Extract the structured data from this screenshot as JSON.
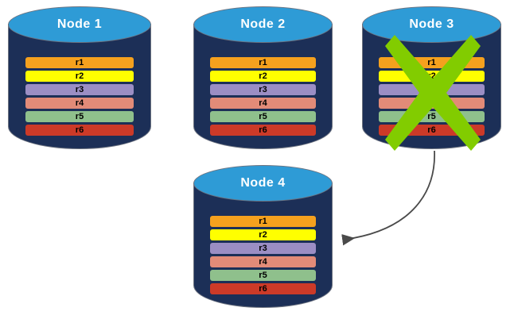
{
  "diagram": {
    "title": "",
    "background": "#ffffff",
    "palette": {
      "node_body": "#1c2f57",
      "node_top": "#2e9bd6",
      "node_outline": "#6d7380",
      "title_text": "#ffffff",
      "fail_x": "#82cc00",
      "arrow": "#4a4a4a"
    },
    "row_colors": {
      "r1": "#f5a11e",
      "r2": "#ffff00",
      "r3": "#9b8ec4",
      "r4": "#e28b78",
      "r5": "#8fc08c",
      "r6": "#cc3a28"
    },
    "nodes": [
      {
        "id": "node-1",
        "title": "Node  1",
        "failed": false,
        "rows": [
          {
            "label": "r1",
            "color": "#f5a11e"
          },
          {
            "label": "r2",
            "color": "#ffff00"
          },
          {
            "label": "r3",
            "color": "#9b8ec4"
          },
          {
            "label": "r4",
            "color": "#e28b78"
          },
          {
            "label": "r5",
            "color": "#8fc08c"
          },
          {
            "label": "r6",
            "color": "#cc3a28"
          }
        ]
      },
      {
        "id": "node-2",
        "title": "Node  2",
        "failed": false,
        "rows": [
          {
            "label": "r1",
            "color": "#f5a11e"
          },
          {
            "label": "r2",
            "color": "#ffff00"
          },
          {
            "label": "r3",
            "color": "#9b8ec4"
          },
          {
            "label": "r4",
            "color": "#e28b78"
          },
          {
            "label": "r5",
            "color": "#8fc08c"
          },
          {
            "label": "r6",
            "color": "#cc3a28"
          }
        ]
      },
      {
        "id": "node-3",
        "title": "Node  3",
        "failed": true,
        "rows": [
          {
            "label": "r1",
            "color": "#f5a11e"
          },
          {
            "label": "r2",
            "color": "#ffff00"
          },
          {
            "label": "r3",
            "color": "#9b8ec4"
          },
          {
            "label": "r4",
            "color": "#e28b78"
          },
          {
            "label": "r5",
            "color": "#8fc08c"
          },
          {
            "label": "r6",
            "color": "#cc3a28"
          }
        ]
      },
      {
        "id": "node-4",
        "title": "Node  4",
        "failed": false,
        "rows": [
          {
            "label": "r1",
            "color": "#f5a11e"
          },
          {
            "label": "r2",
            "color": "#ffff00"
          },
          {
            "label": "r3",
            "color": "#9b8ec4"
          },
          {
            "label": "r4",
            "color": "#e28b78"
          },
          {
            "label": "r5",
            "color": "#8fc08c"
          },
          {
            "label": "r6",
            "color": "#cc3a28"
          }
        ]
      }
    ],
    "arrow": {
      "label": "",
      "from": "node-3",
      "to": "node-4"
    }
  }
}
